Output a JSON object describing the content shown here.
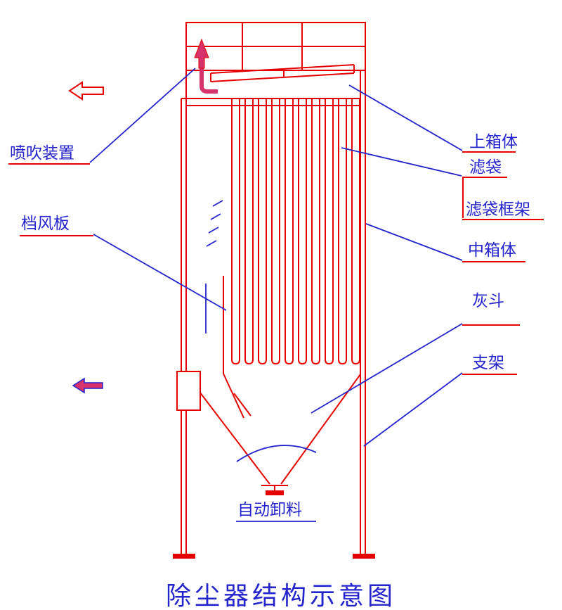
{
  "diagram": {
    "title": "除尘器结构示意图",
    "colors": {
      "structure_red": "#e60000",
      "annotation_blue": "#2424cc",
      "pipe_crimson": "#d6336c",
      "background": "#ffffff"
    },
    "annotations": {
      "blow_device": "喷吹装置",
      "baffle_plate": "档风板",
      "upper_box": "上箱体",
      "filter_bag": "滤袋",
      "filter_bag_frame": "滤袋框架",
      "middle_box": "中箱体",
      "ash_hopper": "灰斗",
      "support_frame": "支架",
      "auto_discharge": "自动卸料"
    }
  }
}
